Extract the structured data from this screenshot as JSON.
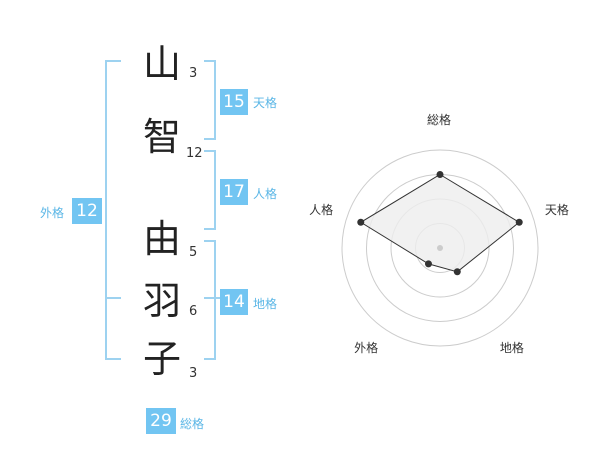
{
  "name_chars": [
    {
      "char": "山",
      "strokes": "3"
    },
    {
      "char": "智",
      "strokes": "12"
    },
    {
      "char": "由",
      "strokes": "5"
    },
    {
      "char": "羽",
      "strokes": "6"
    },
    {
      "char": "子",
      "strokes": "3"
    }
  ],
  "kaku": {
    "ten": {
      "label": "天格",
      "value": "15"
    },
    "jin": {
      "label": "人格",
      "value": "17"
    },
    "chi": {
      "label": "地格",
      "value": "14"
    },
    "gai": {
      "label": "外格",
      "value": "12"
    },
    "so": {
      "label": "総格",
      "value": "29"
    }
  },
  "chart_data": {
    "type": "radar",
    "axes": [
      "総格",
      "天格",
      "地格",
      "外格",
      "人格"
    ],
    "values": [
      0.75,
      0.85,
      0.3,
      0.2,
      0.85
    ],
    "rings": 4,
    "grid": true,
    "colors": {
      "fill": "#eeeeee",
      "stroke": "#333333",
      "grid": "#cccccc",
      "point": "#333333",
      "center": "#cccccc"
    }
  },
  "colors": {
    "accent": "#72c5f2",
    "bracket": "#9dd2f0",
    "label": "#5ab6e6"
  }
}
